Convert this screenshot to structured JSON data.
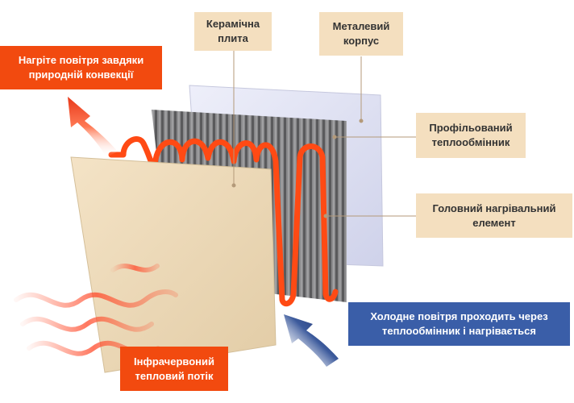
{
  "labels": {
    "ceramic_plate": "Керамічна\nплита",
    "metal_housing": "Металевий\nкорпус",
    "natural_convection": "Нагріте повітря завдяки\nприродній конвекції",
    "profiled_exchanger": "Профільований\nтеплообмінник",
    "main_heating_element": "Головний нагрівальний\nелемент",
    "cold_air": "Холодне повітря проходить через\nтеплообмінник і нагрівається",
    "infrared_flow": "Інфрачервоний\nтепловий потік"
  },
  "colors": {
    "ceramic": "#f0dcbc",
    "housing": "#dadcf0",
    "exchanger": "#6e6e70",
    "heating_element": "#ff4a14",
    "label_beige": "#f4dfbf",
    "label_orange": "#f24a0f",
    "label_blue": "#3a5ea8",
    "leader_line": "#b49a7a"
  }
}
